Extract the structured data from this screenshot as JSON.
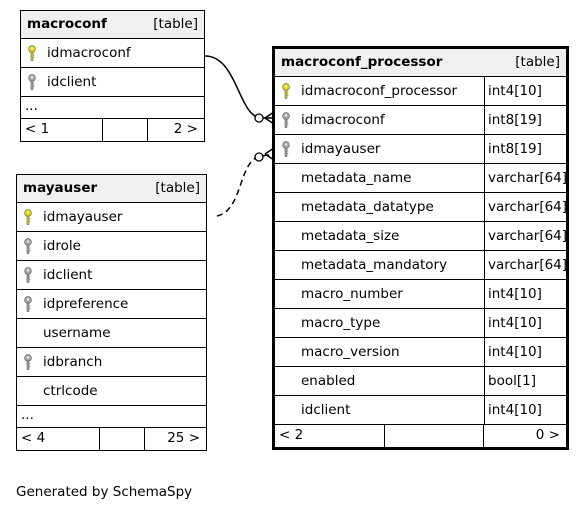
{
  "footer_text": "Generated by SchemaSpy",
  "colors": {
    "primary_key": "#e8d800",
    "foreign_key": "#a8a8a8"
  },
  "tables": {
    "macroconf": {
      "name": "macroconf",
      "type_label": "[table]",
      "columns": [
        {
          "name": "idmacroconf",
          "key": "primary-key-icon"
        },
        {
          "name": "idclient",
          "key": "foreign-key-icon"
        }
      ],
      "ellipsis": "...",
      "children": "< 1",
      "parents": "2 >"
    },
    "mayauser": {
      "name": "mayauser",
      "type_label": "[table]",
      "columns": [
        {
          "name": "idmayauser",
          "key": "primary-key-icon"
        },
        {
          "name": "idrole",
          "key": "foreign-key-icon"
        },
        {
          "name": "idclient",
          "key": "foreign-key-icon"
        },
        {
          "name": "idpreference",
          "key": "foreign-key-icon"
        },
        {
          "name": "username",
          "key": ""
        },
        {
          "name": "idbranch",
          "key": "foreign-key-icon"
        },
        {
          "name": "ctrlcode",
          "key": ""
        }
      ],
      "ellipsis": "...",
      "children": "< 4",
      "parents": "25 >"
    },
    "macroconf_processor": {
      "name": "macroconf_processor",
      "type_label": "[table]",
      "columns": [
        {
          "name": "idmacroconf_processor",
          "type": "int4[10]",
          "key": "primary-key-icon"
        },
        {
          "name": "idmacroconf",
          "type": "int8[19]",
          "key": "foreign-key-icon"
        },
        {
          "name": "idmayauser",
          "type": "int8[19]",
          "key": "foreign-key-icon"
        },
        {
          "name": "metadata_name",
          "type": "varchar[64]",
          "key": ""
        },
        {
          "name": "metadata_datatype",
          "type": "varchar[64]",
          "key": ""
        },
        {
          "name": "metadata_size",
          "type": "varchar[64]",
          "key": ""
        },
        {
          "name": "metadata_mandatory",
          "type": "varchar[64]",
          "key": ""
        },
        {
          "name": "macro_number",
          "type": "int4[10]",
          "key": ""
        },
        {
          "name": "macro_type",
          "type": "int4[10]",
          "key": ""
        },
        {
          "name": "macro_version",
          "type": "int4[10]",
          "key": ""
        },
        {
          "name": "enabled",
          "type": "bool[1]",
          "key": ""
        },
        {
          "name": "idclient",
          "type": "int4[10]",
          "key": ""
        }
      ],
      "children": "< 2",
      "parents": "0 >"
    }
  }
}
